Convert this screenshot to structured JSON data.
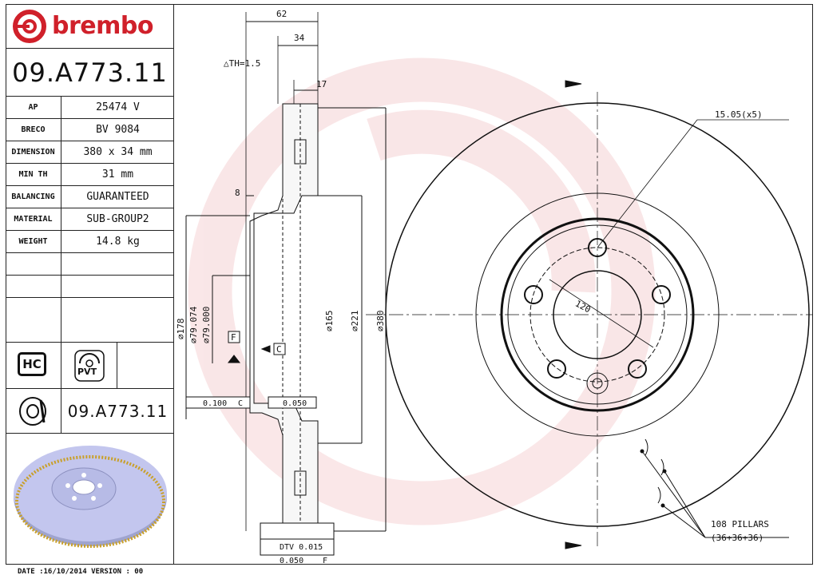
{
  "brand": {
    "name": "brembo"
  },
  "part_number": "09.A773.11",
  "specs": [
    {
      "key": "AP",
      "value": "25474 V"
    },
    {
      "key": "BRECO",
      "value": "BV 9084"
    },
    {
      "key": "DIMENSION",
      "value": "380 x 34 mm"
    },
    {
      "key": "MIN TH",
      "value": "31 mm"
    },
    {
      "key": "BALANCING",
      "value": "GUARANTEED"
    },
    {
      "key": "MATERIAL",
      "value": "SUB-GROUP2"
    },
    {
      "key": "WEIGHT",
      "value": "14.8 kg"
    }
  ],
  "badges": {
    "hc": "HC",
    "pvt": "PVT"
  },
  "part_number_bottom": "09.A773.11",
  "footer": "DATE :16/10/2014 VERSION : 00",
  "dimensions": {
    "d62": "62",
    "d34": "34",
    "dth": "△TH=1.5",
    "d17": "17",
    "d8": "8",
    "d178": "⌀178",
    "d79074": "⌀79.074",
    "d79000": "⌀79.000",
    "d165": "⌀165",
    "d221": "⌀221",
    "d380": "⌀380",
    "datum_f": "F",
    "datum_c": "C",
    "tol_runout": "0.100",
    "tol_runout_ref": "C",
    "tol_flat": "0.050",
    "dtv": "DTV 0.015",
    "tol_bottom": "0.050",
    "tol_bottom_ref": "F",
    "bolt_holes": "15.05(x5)",
    "pcd": "120",
    "pillars": "108 PILLARS",
    "pillars_detail": "(36+36+36)"
  },
  "colors": {
    "brand_red": "#d0202a",
    "watermark": "#f3c9cb",
    "disc_blue": "#b9bde8"
  }
}
